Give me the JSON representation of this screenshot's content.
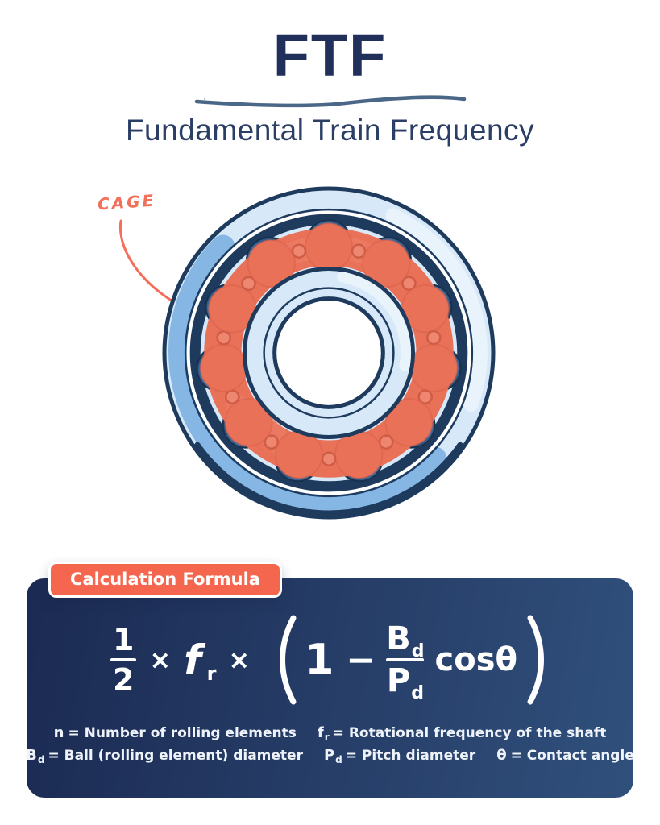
{
  "header": {
    "title": "FTF",
    "subtitle": "Fundamental Train Frequency"
  },
  "bearing": {
    "cage_label": "CAGE"
  },
  "colors": {
    "navy_text": "#20305a",
    "accent_coral": "#f2705a",
    "badge_bg": "#f4664d",
    "panel_grad_start": "#1b2a52",
    "panel_grad_end": "#30507c",
    "bearing_light_blue": "#d7e9f8",
    "bearing_mid_blue": "#85b6e4",
    "bearing_outline": "#1e3b5e",
    "cage_red": "#e97158",
    "underline_blue": "#4a6787"
  },
  "formula_panel": {
    "badge_label": "Calculation Formula",
    "formula": {
      "half_num": "1",
      "half_den": "2",
      "times_1": "×",
      "f_base": "f",
      "f_sub": "r",
      "times_2": "×",
      "one": "1",
      "minus": "−",
      "bd_base": "B",
      "bd_sub": "d",
      "pd_base": "P",
      "pd_sub": "d",
      "cos_theta": "cosθ"
    },
    "legend": {
      "row1": [
        {
          "sym": "n",
          "sub": "",
          "text": "= Number of rolling elements"
        },
        {
          "sym": "f",
          "sub": "r",
          "text": "= Rotational frequency of the shaft"
        }
      ],
      "row2": [
        {
          "sym": "B",
          "sub": "d",
          "text": "= Ball (rolling element) diameter"
        },
        {
          "sym": "P",
          "sub": "d",
          "text": "= Pitch diameter"
        },
        {
          "sym": "θ",
          "sub": "",
          "text": "= Contact angle"
        }
      ]
    }
  }
}
